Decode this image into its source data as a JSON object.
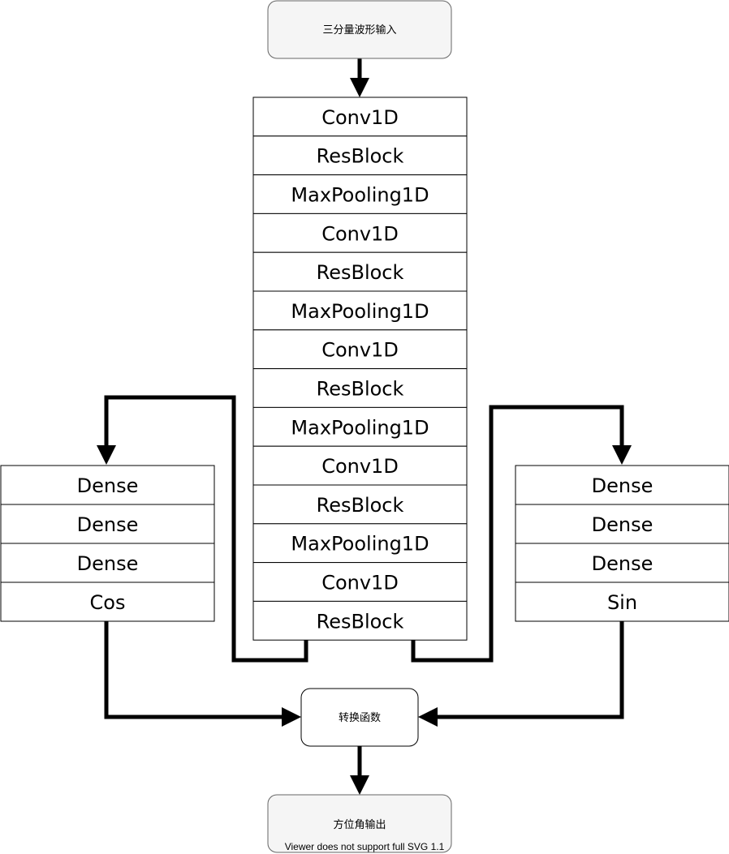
{
  "nodes": {
    "input": {
      "label": "三分量波形输入"
    },
    "transform": {
      "label": "转换函数"
    },
    "output": {
      "label": "方位角输出"
    }
  },
  "center_stack": [
    "Conv1D",
    "ResBlock",
    "MaxPooling1D",
    "Conv1D",
    "ResBlock",
    "MaxPooling1D",
    "Conv1D",
    "ResBlock",
    "MaxPooling1D",
    "Conv1D",
    "ResBlock",
    "MaxPooling1D",
    "Conv1D",
    "ResBlock"
  ],
  "left_stack": [
    "Dense",
    "Dense",
    "Dense",
    "Cos"
  ],
  "right_stack": [
    "Dense",
    "Dense",
    "Dense",
    "Sin"
  ],
  "viewer_warning": "Viewer does not support full SVG 1.1",
  "colors": {
    "rounded_fill": "#f5f5f5",
    "rounded_stroke": "#666666",
    "line": "#000000"
  }
}
